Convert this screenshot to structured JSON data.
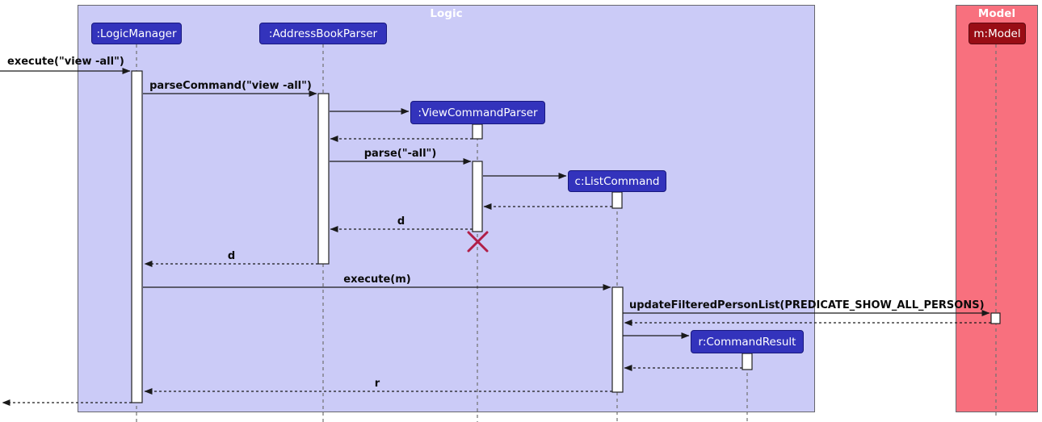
{
  "frames": {
    "logic": {
      "title": "Logic"
    },
    "model": {
      "title": "Model"
    }
  },
  "participants": {
    "logic_manager": {
      "label": ":LogicManager"
    },
    "address_book_parser": {
      "label": ":AddressBookParser"
    },
    "view_command_parser": {
      "label": ":ViewCommandParser"
    },
    "list_command": {
      "label": "c:ListCommand"
    },
    "command_result": {
      "label": "r:CommandResult"
    },
    "model": {
      "label": "m:Model"
    }
  },
  "messages": {
    "execute": {
      "label": "execute(\"view -all\")",
      "type": "call"
    },
    "parse_command": {
      "label": "parseCommand(\"view -all\")",
      "type": "call"
    },
    "parse": {
      "label": "parse(\"-all\")",
      "type": "call"
    },
    "return_d_to_parser": {
      "label": "d",
      "type": "return"
    },
    "return_d_to_logic_manager": {
      "label": "d",
      "type": "return"
    },
    "execute_m": {
      "label": "execute(m)",
      "type": "call"
    },
    "update_filtered_person_list": {
      "label": "updateFilteredPersonList(PREDICATE_SHOW_ALL_PERSONS)",
      "type": "call"
    },
    "return_r": {
      "label": "r",
      "type": "return"
    }
  },
  "colors": {
    "canvas_bg": "#ffffff",
    "logic_frame_bg": "#cbcbf7",
    "model_frame_bg": "#f8707e",
    "frame_border": "#67676e",
    "frame_title_text": "#ffffff",
    "participant_bg": "#3333bc",
    "participant_border": "#17177d",
    "participant_text": "#ffffff",
    "model_participant_bg": "#990d15",
    "model_participant_border": "#5e0910",
    "activation_fill": "#ffffff",
    "activation_border": "#222222",
    "lifeline": "#707070",
    "message_line": "#1a1a1a",
    "message_text": "#0b0b0b",
    "destroy_x": "#b11e48"
  }
}
